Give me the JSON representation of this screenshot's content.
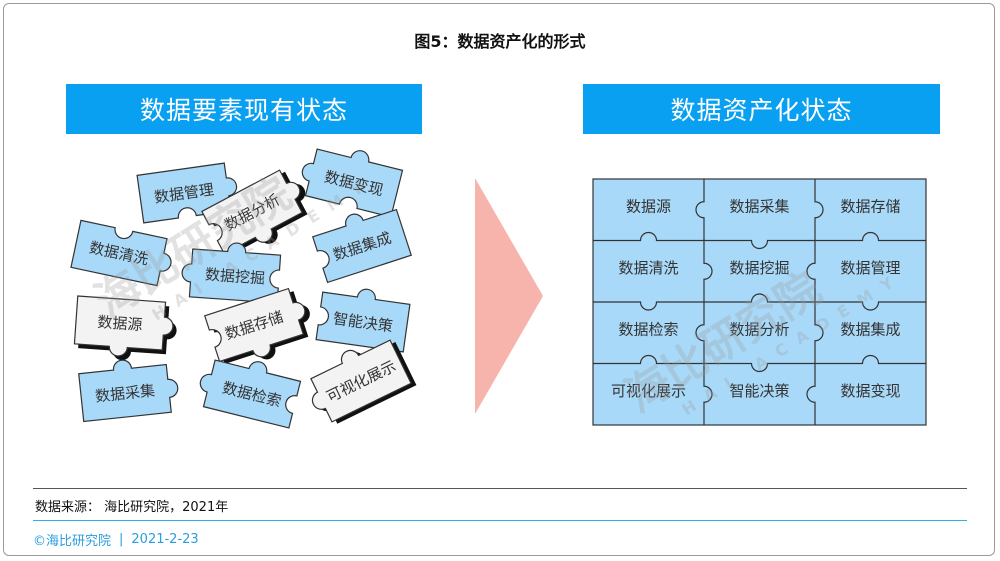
{
  "figure": {
    "title": "图5：数据资产化的形式"
  },
  "left_panel": {
    "header": "数据要素现有状态",
    "pieces": [
      "数据管理",
      "数据变现",
      "数据分析",
      "数据清洗",
      "数据集成",
      "数据挖掘",
      "数据源",
      "数据存储",
      "智能决策",
      "数据采集",
      "数据检索",
      "可视化展示"
    ]
  },
  "right_panel": {
    "header": "数据资产化状态",
    "grid": [
      [
        "数据源",
        "数据采集",
        "数据存储"
      ],
      [
        "数据清洗",
        "数据挖掘",
        "数据管理"
      ],
      [
        "数据检索",
        "数据分析",
        "数据集成"
      ],
      [
        "可视化展示",
        "智能决策",
        "数据变现"
      ]
    ]
  },
  "watermark": {
    "cn": "海比研究院",
    "en": "HAI ACADEMY"
  },
  "source": "数据来源： 海比研究院，2021年",
  "footer": {
    "copyright": "©海比研究院",
    "separator": "|",
    "date": "2021-2-23"
  },
  "colors": {
    "accent": "#0aa0f2",
    "piece_blue": "#a9d9f8",
    "piece_white": "#f3f3f3",
    "arrow": "#f7b4ad"
  }
}
